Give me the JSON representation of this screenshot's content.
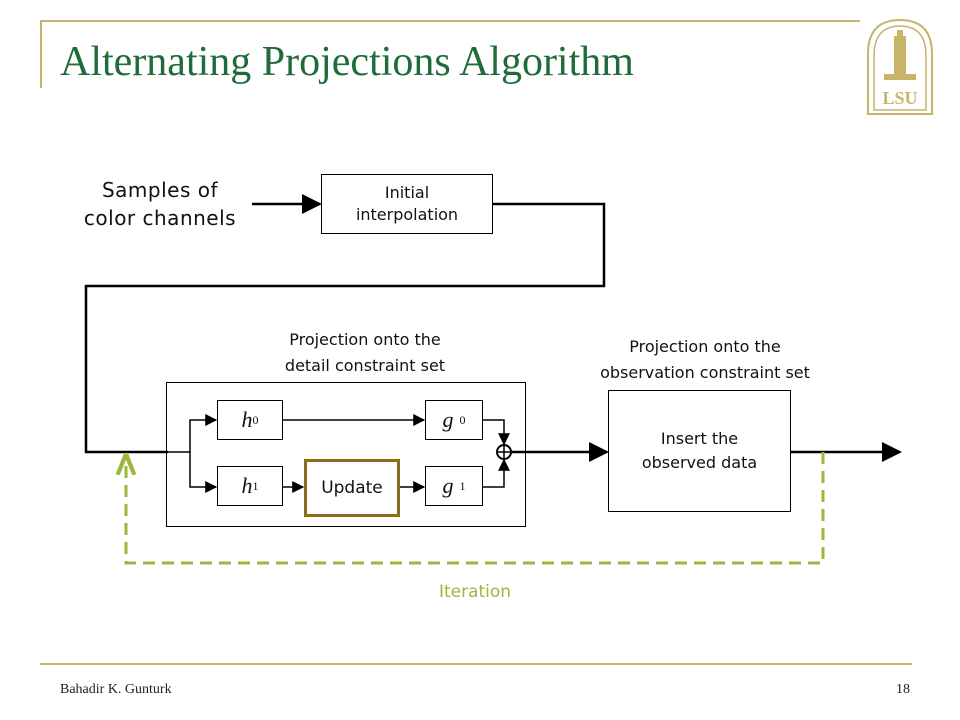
{
  "slide": {
    "title": "Alternating Projections Algorithm",
    "author": "Bahadir K. Gunturk",
    "page_number": "18",
    "logo_text": "LSU"
  },
  "diagram": {
    "input_label_line1": "Samples of",
    "input_label_line2": "color channels",
    "initial_box_line1": "Initial",
    "initial_box_line2": "interpolation",
    "detail_label_line1": "Projection onto the",
    "detail_label_line2": "detail constraint set",
    "observation_label_line1": "Projection onto the",
    "observation_label_line2": "observation constraint set",
    "h0": "h",
    "h0_sub": "0",
    "h1": "h",
    "h1_sub": "1",
    "g0": "g",
    "g0_sub": "0",
    "g1": "g",
    "g1_sub": "1",
    "update_label": "Update",
    "insert_box_line1": "Insert the",
    "insert_box_line2": "observed data",
    "iteration_label": "Iteration"
  },
  "colors": {
    "title": "#1f6b3a",
    "accent_rule": "#c8b46a",
    "update_border": "#8a6d1a",
    "iteration": "#9ab83c"
  }
}
